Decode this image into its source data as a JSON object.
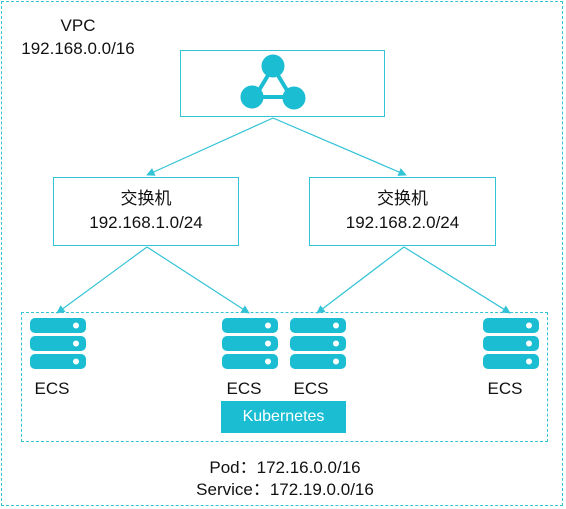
{
  "vpc": {
    "label": "VPC",
    "cidr": "192.168.0.0/16"
  },
  "switches": [
    {
      "label": "交换机",
      "cidr": "192.168.1.0/24"
    },
    {
      "label": "交换机",
      "cidr": "192.168.2.0/24"
    }
  ],
  "ecs": [
    "ECS",
    "ECS",
    "ECS",
    "ECS"
  ],
  "cluster": {
    "label": "Kubernetes"
  },
  "network": {
    "pod": "Pod：172.16.0.0/16",
    "service": "Service：172.19.0.0/16"
  },
  "colors": {
    "accent": "#33c3d6",
    "server": "#1bbdd3",
    "badge": "#1bbdd3"
  }
}
